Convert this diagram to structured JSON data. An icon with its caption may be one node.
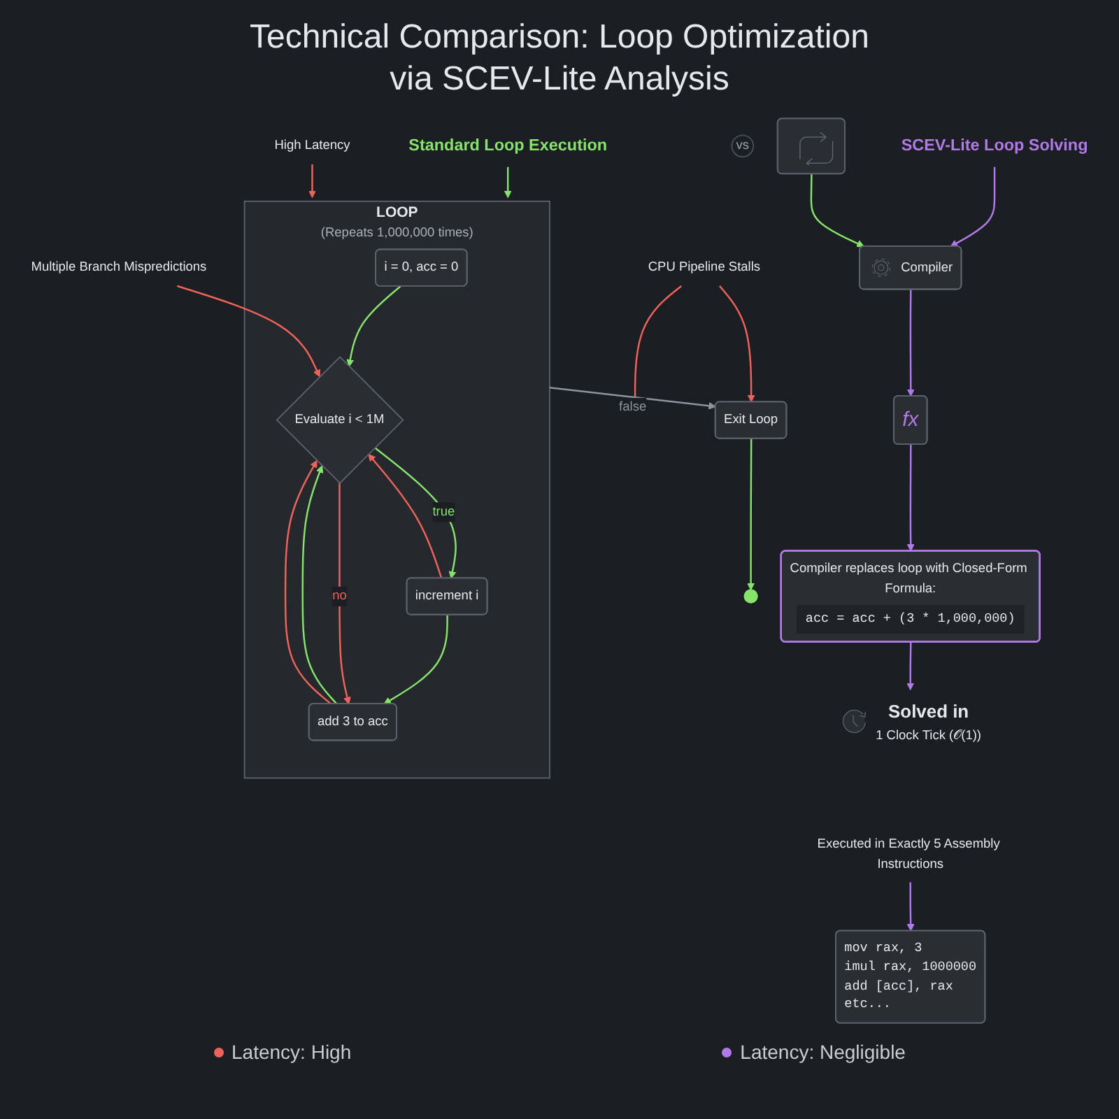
{
  "diagram": {
    "title": "Technical Comparison: Loop Optimization via SCEV-Lite Analysis",
    "nodes": [
      {
        "text": [
          "Standard Loop Execution"
        ]
      },
      {
        "text": [
          "vs"
        ]
      },
      {
        "text": [
          "SCEV-Lite Loop Solving"
        ]
      },
      {
        "text": [
          "LOOP",
          "(Repeats 1,000,000 times)"
        ]
      },
      {
        "text": [
          "i = 0, acc = 0"
        ],
        "in": 3
      },
      {
        "text": [
          "Multiple Branch Mispredictions"
        ]
      },
      {
        "text": [
          "Evaluate i < 1M"
        ],
        "in": 3
      },
      {
        "text": [
          "CPU Pipeline Stalls"
        ]
      },
      {
        "text": [
          "increment i"
        ],
        "in": 3
      },
      {
        "text": [
          "add 3 to acc"
        ],
        "in": 3
      },
      {
        "text": [
          "High Latency"
        ]
      },
      {
        "text": [
          "Exit Loop"
        ]
      },
      {
        "text": [],
        "shape": "circle"
      },
      {
        "text": [],
        "shape": "box"
      },
      {
        "text": [
          "Compiler"
        ]
      },
      {
        "text": [
          "fx"
        ]
      },
      {
        "text": [
          "Compiler replaces loop with Closed-Form Formula:",
          "acc = acc + (3 * 1,000,000)"
        ]
      },
      {
        "text": [
          "Solved in",
          "1 Clock Tick (𝒪(1))"
        ]
      },
      {
        "text": [
          "Executed in Exactly 5 Assembly Instructions"
        ]
      },
      {
        "text": [
          "mov rax, 3",
          "imul rax, 1000000",
          "add [acc], rax",
          "etc..."
        ]
      }
    ],
    "edges": [
      {
        "from": 0,
        "to": 3,
        "arrow": "to",
        "color": "#86e36b"
      },
      {
        "from": 2,
        "to": 14,
        "arrow": "to",
        "color": "#b27ae8"
      },
      {
        "from": 4,
        "to": 6,
        "arrow": "to",
        "color": "#86e36b"
      },
      {
        "from": 6,
        "to": 8,
        "arrow": "to",
        "label": "true",
        "color": "#86e36b"
      },
      {
        "from": 8,
        "to": 9,
        "arrow": "to",
        "color": "#86e36b"
      },
      {
        "from": 9,
        "to": 6,
        "arrow": "to",
        "color": "#86e36b"
      },
      {
        "from": 6,
        "to": 9,
        "arrow": "to",
        "label": "no",
        "color": "#f0625a"
      },
      {
        "from": 8,
        "to": 6,
        "arrow": "to",
        "color": "#f0625a"
      },
      {
        "from": 9,
        "to": 6,
        "arrow": "to",
        "color": "#f0625a"
      },
      {
        "from": 5,
        "to": 6,
        "arrow": "to",
        "color": "#f0625a"
      },
      {
        "from": 7,
        "to": null,
        "arrow": "to",
        "color": "#f0625a"
      },
      {
        "from": 7,
        "to": 11,
        "arrow": "to",
        "color": "#f0625a"
      },
      {
        "from": 10,
        "to": 3,
        "arrow": "to",
        "color": "#f0625a"
      },
      {
        "from": 3,
        "to": 11,
        "arrow": "to",
        "label": "false",
        "color": "#8e949c"
      },
      {
        "from": 11,
        "to": 12,
        "arrow": "to",
        "color": "#86e36b"
      },
      {
        "from": 13,
        "to": 14,
        "arrow": "to",
        "color": "#86e36b"
      },
      {
        "from": 14,
        "to": 15,
        "arrow": "to",
        "color": "#b27ae8"
      },
      {
        "from": 15,
        "to": 16,
        "arrow": "to",
        "color": "#b27ae8"
      },
      {
        "from": 16,
        "to": 17,
        "arrow": "to",
        "color": "#b27ae8"
      },
      {
        "from": 18,
        "to": 19,
        "arrow": "to",
        "color": "#b27ae8"
      }
    ],
    "labels": [
      "Latency: High",
      "Latency: Negligible"
    ]
  }
}
